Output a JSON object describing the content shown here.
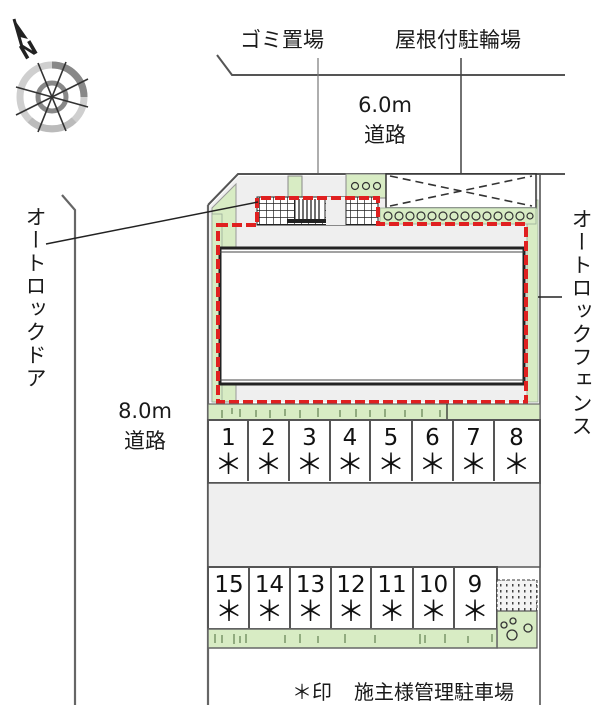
{
  "compass": {
    "label": "N",
    "icon": "north-arrow-compass-icon"
  },
  "labels": {
    "garbage_area": "ゴミ置場",
    "covered_bicycle_parking": "屋根付駐輪場",
    "autolock_door": "オートロックドア",
    "autolock_fence": "オートロックフェンス"
  },
  "roads": {
    "north": {
      "width": "6.0m",
      "label": "道路"
    },
    "west": {
      "width": "8.0m",
      "label": "道路"
    }
  },
  "parking": {
    "row_top": [
      {
        "num": "1",
        "mark": "＊"
      },
      {
        "num": "2",
        "mark": "＊"
      },
      {
        "num": "3",
        "mark": "＊"
      },
      {
        "num": "4",
        "mark": "＊"
      },
      {
        "num": "5",
        "mark": "＊"
      },
      {
        "num": "6",
        "mark": "＊"
      },
      {
        "num": "7",
        "mark": "＊"
      },
      {
        "num": "8",
        "mark": "＊"
      }
    ],
    "row_bottom": [
      {
        "num": "15",
        "mark": "＊"
      },
      {
        "num": "14",
        "mark": "＊"
      },
      {
        "num": "13",
        "mark": "＊"
      },
      {
        "num": "12",
        "mark": "＊"
      },
      {
        "num": "11",
        "mark": "＊"
      },
      {
        "num": "10",
        "mark": "＊"
      },
      {
        "num": "9",
        "mark": "＊"
      }
    ]
  },
  "legend": {
    "symbol": "＊印",
    "text": "施主様管理駐車場"
  },
  "colors": {
    "boundary_red": "#e02020",
    "greenery": "#d8ecc4",
    "paving_gray": "#efefef",
    "line": "#555555"
  }
}
